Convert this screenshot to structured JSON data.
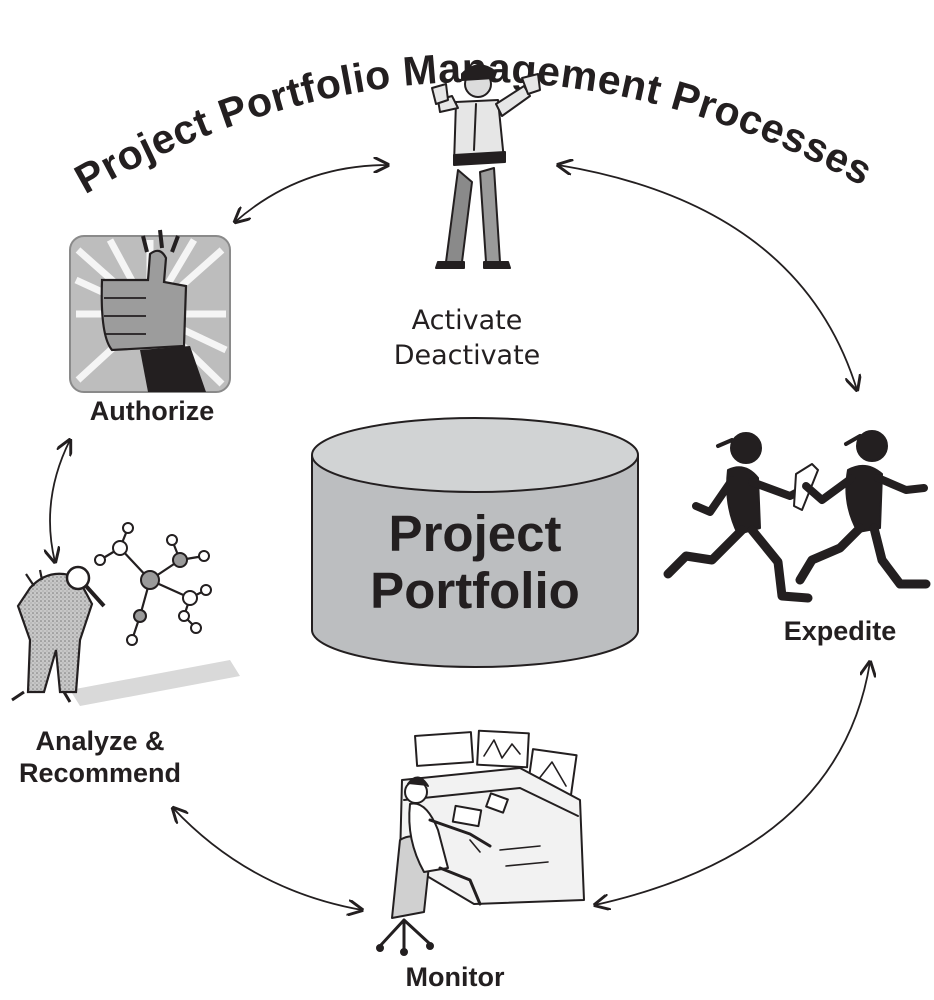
{
  "title": "Project Portfolio Management Processes",
  "center": {
    "line1": "Project",
    "line2": "Portfolio"
  },
  "nodes": {
    "activate": {
      "line1": "Activate",
      "line2": "Deactivate",
      "icon": "traffic-officer-icon"
    },
    "authorize": {
      "label": "Authorize",
      "icon": "thumbs-up-icon"
    },
    "expedite": {
      "label": "Expedite",
      "icon": "relay-runners-icon"
    },
    "monitor": {
      "label": "Monitor",
      "icon": "control-desk-operator-icon"
    },
    "analyze": {
      "line1": "Analyze &",
      "line2": "Recommend",
      "icon": "molecule-analyst-icon"
    }
  },
  "colors": {
    "ink": "#231f20",
    "cylinder": "#bcbec0",
    "cylinder_top": "#d1d3d4"
  }
}
